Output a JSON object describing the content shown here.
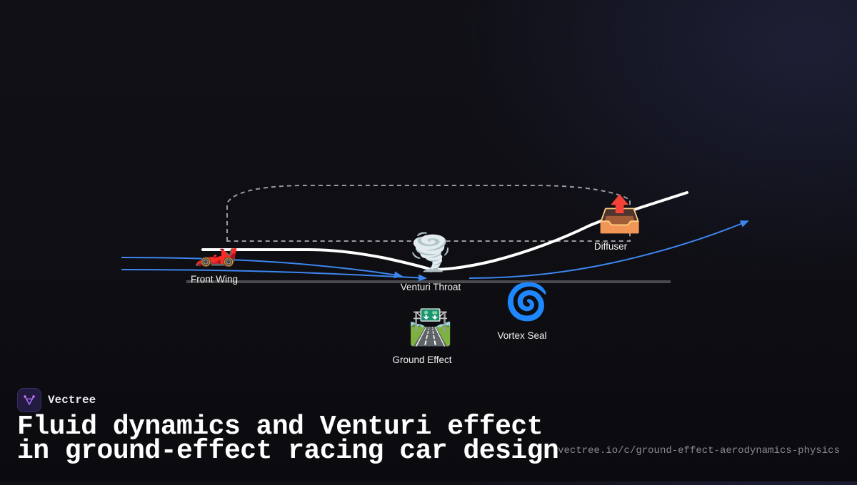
{
  "diagram": {
    "nodes": [
      {
        "id": "front-wing",
        "label": "Front Wing",
        "icon": "racing-car-icon",
        "glyph": "🏎️"
      },
      {
        "id": "venturi-throat",
        "label": "Venturi Throat",
        "icon": "tornado-icon",
        "glyph": "🌪️"
      },
      {
        "id": "diffuser",
        "label": "Diffuser",
        "icon": "outbox-tray-icon",
        "glyph": "📤"
      },
      {
        "id": "ground-effect",
        "label": "Ground Effect",
        "icon": "motorway-icon",
        "glyph": "🛣️"
      },
      {
        "id": "vortex-seal",
        "label": "Vortex Seal",
        "icon": "cyclone-icon",
        "glyph": "🌀"
      }
    ],
    "colors": {
      "airflow": "#3d86f0",
      "car_profile": "#ffffff",
      "ground": "#4a4a4e",
      "outline": "#9a9aa0"
    }
  },
  "brand": {
    "name": "Vectree",
    "icon": "vectree-logo-icon"
  },
  "title": {
    "line1": "Fluid dynamics and Venturi effect",
    "line2": "in ground-effect racing car design"
  },
  "url": "vectree.io/c/ground-effect-aerodynamics-physics"
}
